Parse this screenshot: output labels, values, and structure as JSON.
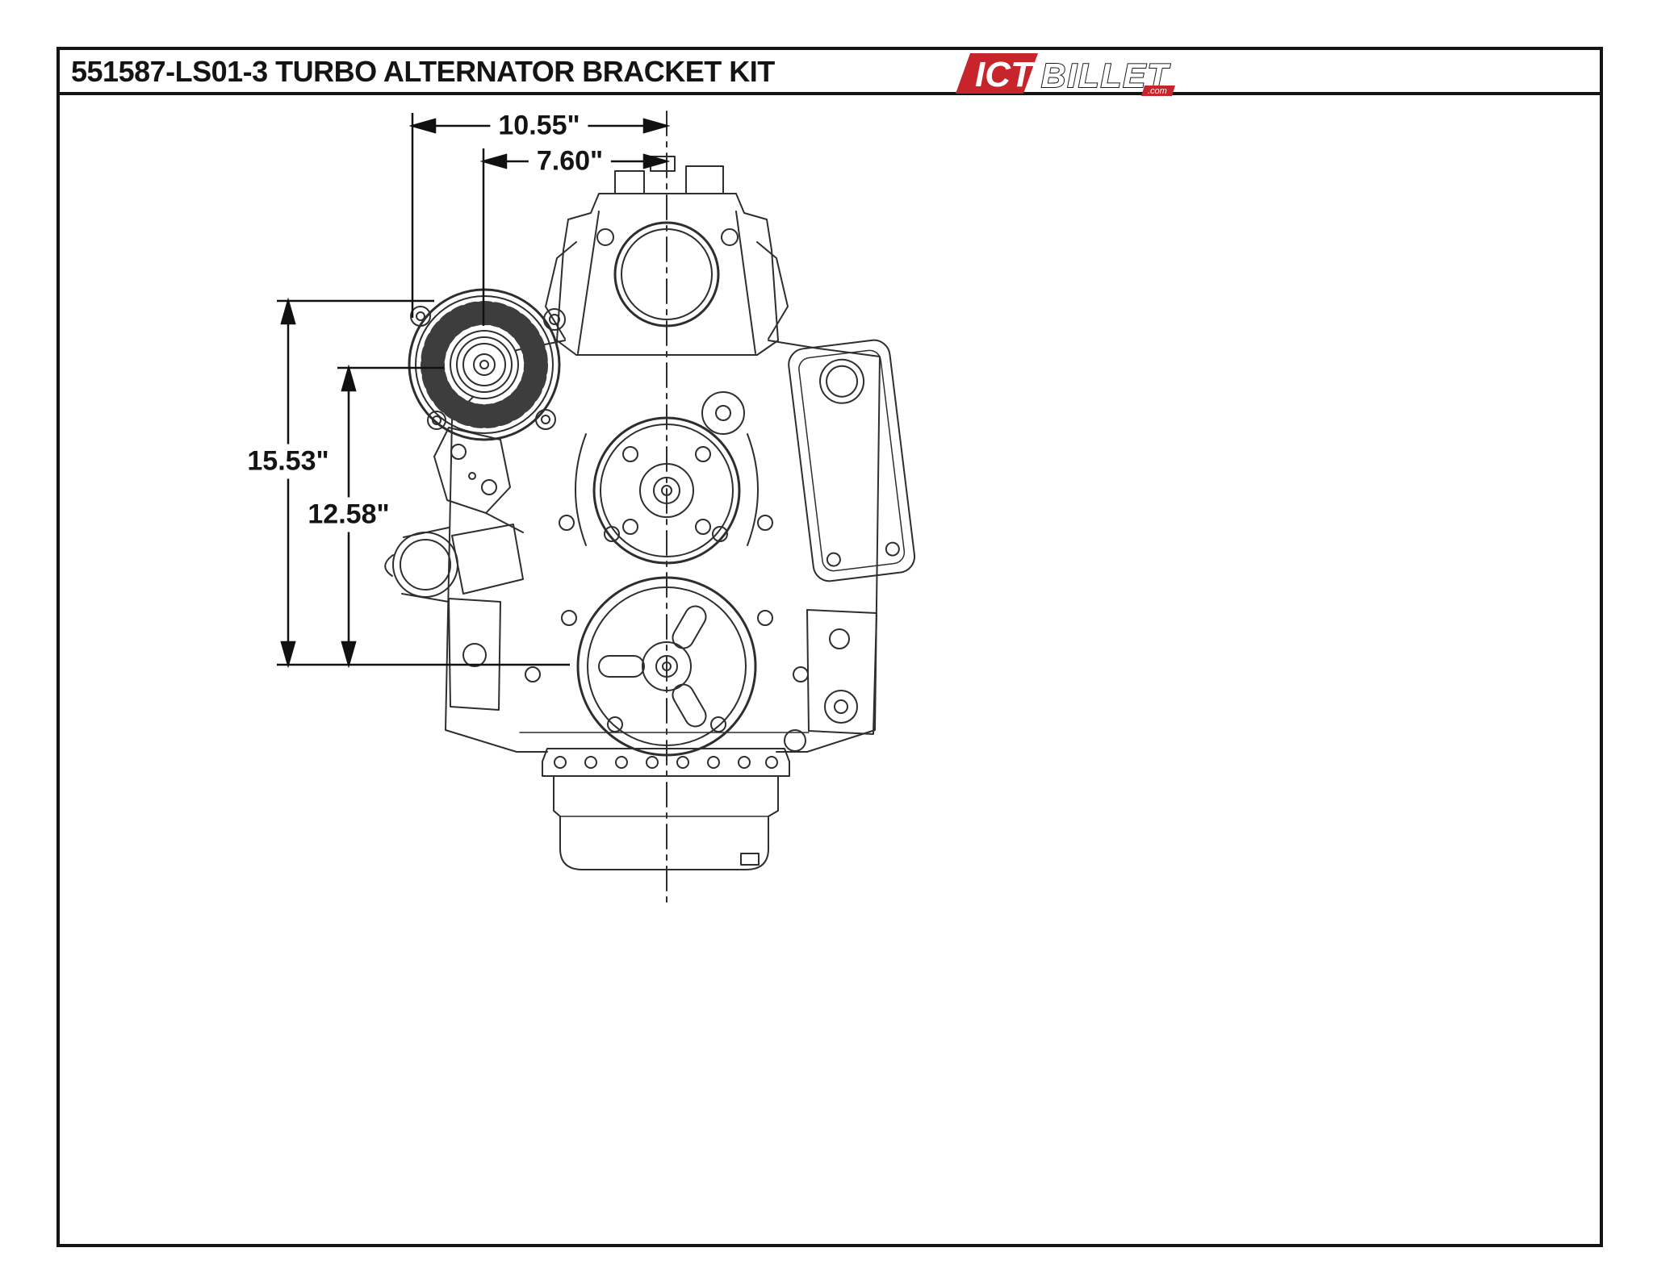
{
  "header": {
    "title": "551587-LS01-3 TURBO ALTERNATOR BRACKET KIT",
    "logo": {
      "ict": "ICT",
      "billet": "BILLET",
      "com": ".com",
      "accent_color": "#C8242B"
    }
  },
  "drawing": {
    "dimensions": {
      "overall_width": "10.55\"",
      "pulley_center_width": "7.60\"",
      "overall_height": "15.53\"",
      "pulley_center_height": "12.58\""
    }
  },
  "colors": {
    "line": "#2e2e2e",
    "dimension": "#111111",
    "accent_red": "#C8242B"
  }
}
